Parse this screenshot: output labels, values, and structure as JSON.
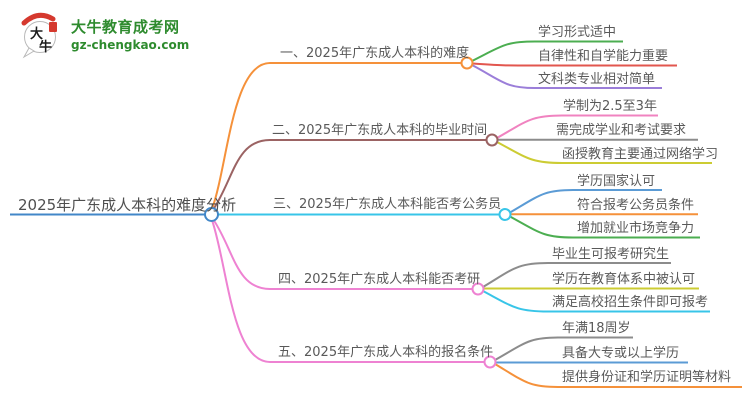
{
  "logo": {
    "title": "大牛教育成考网",
    "url": "gz-chengkao.com",
    "icon_chars": [
      "大",
      "牛"
    ],
    "brand_color": "#2e8b2e",
    "seal_color": "#d5392e"
  },
  "root": {
    "label": "2025年广东成人本科的难度分析",
    "color": "#4287c8"
  },
  "branches": [
    {
      "label": "一、2025年广东成人本科的难度",
      "color": "#f5913a",
      "children": [
        {
          "label": "学习形式适中",
          "color": "#4cae51"
        },
        {
          "label": "自律性和自学能力重要",
          "color": "#e2564e"
        },
        {
          "label": "文科类专业相对简单",
          "color": "#9b7ed9"
        }
      ]
    },
    {
      "label": "二、2025年广东成人本科的毕业时间",
      "color": "#9b6363",
      "children": [
        {
          "label": "学制为2.5至3年",
          "color": "#f083c0"
        },
        {
          "label": "需完成学业和考试要求",
          "color": "#8c8c8c"
        },
        {
          "label": "函授教育主要通过网络学习",
          "color": "#cccc33"
        }
      ]
    },
    {
      "label": "三、2025年广东成人本科能否考公务员",
      "color": "#38c5e8",
      "children": [
        {
          "label": "学历国家认可",
          "color": "#5b9bd5"
        },
        {
          "label": "符合报考公务员条件",
          "color": "#f5913a"
        },
        {
          "label": "增加就业市场竞争力",
          "color": "#4cae51"
        }
      ]
    },
    {
      "label": "四、2025年广东成人本科能否考研",
      "color": "#ee82d2",
      "children": [
        {
          "label": "毕业生可报考研究生",
          "color": "#8c8c8c"
        },
        {
          "label": "学历在教育体系中被认可",
          "color": "#cccc33"
        },
        {
          "label": "满足高校招生条件即可报考",
          "color": "#38c5e8"
        }
      ]
    },
    {
      "label": "五、2025年广东成人本科的报名条件",
      "color": "#ee82d2",
      "children": [
        {
          "label": "年满18周岁",
          "color": "#8c8c8c"
        },
        {
          "label": "具备大专或以上学历",
          "color": "#5b9bd5"
        },
        {
          "label": "提供身份证和学历证明等材料",
          "color": "#f5913a"
        }
      ]
    }
  ]
}
